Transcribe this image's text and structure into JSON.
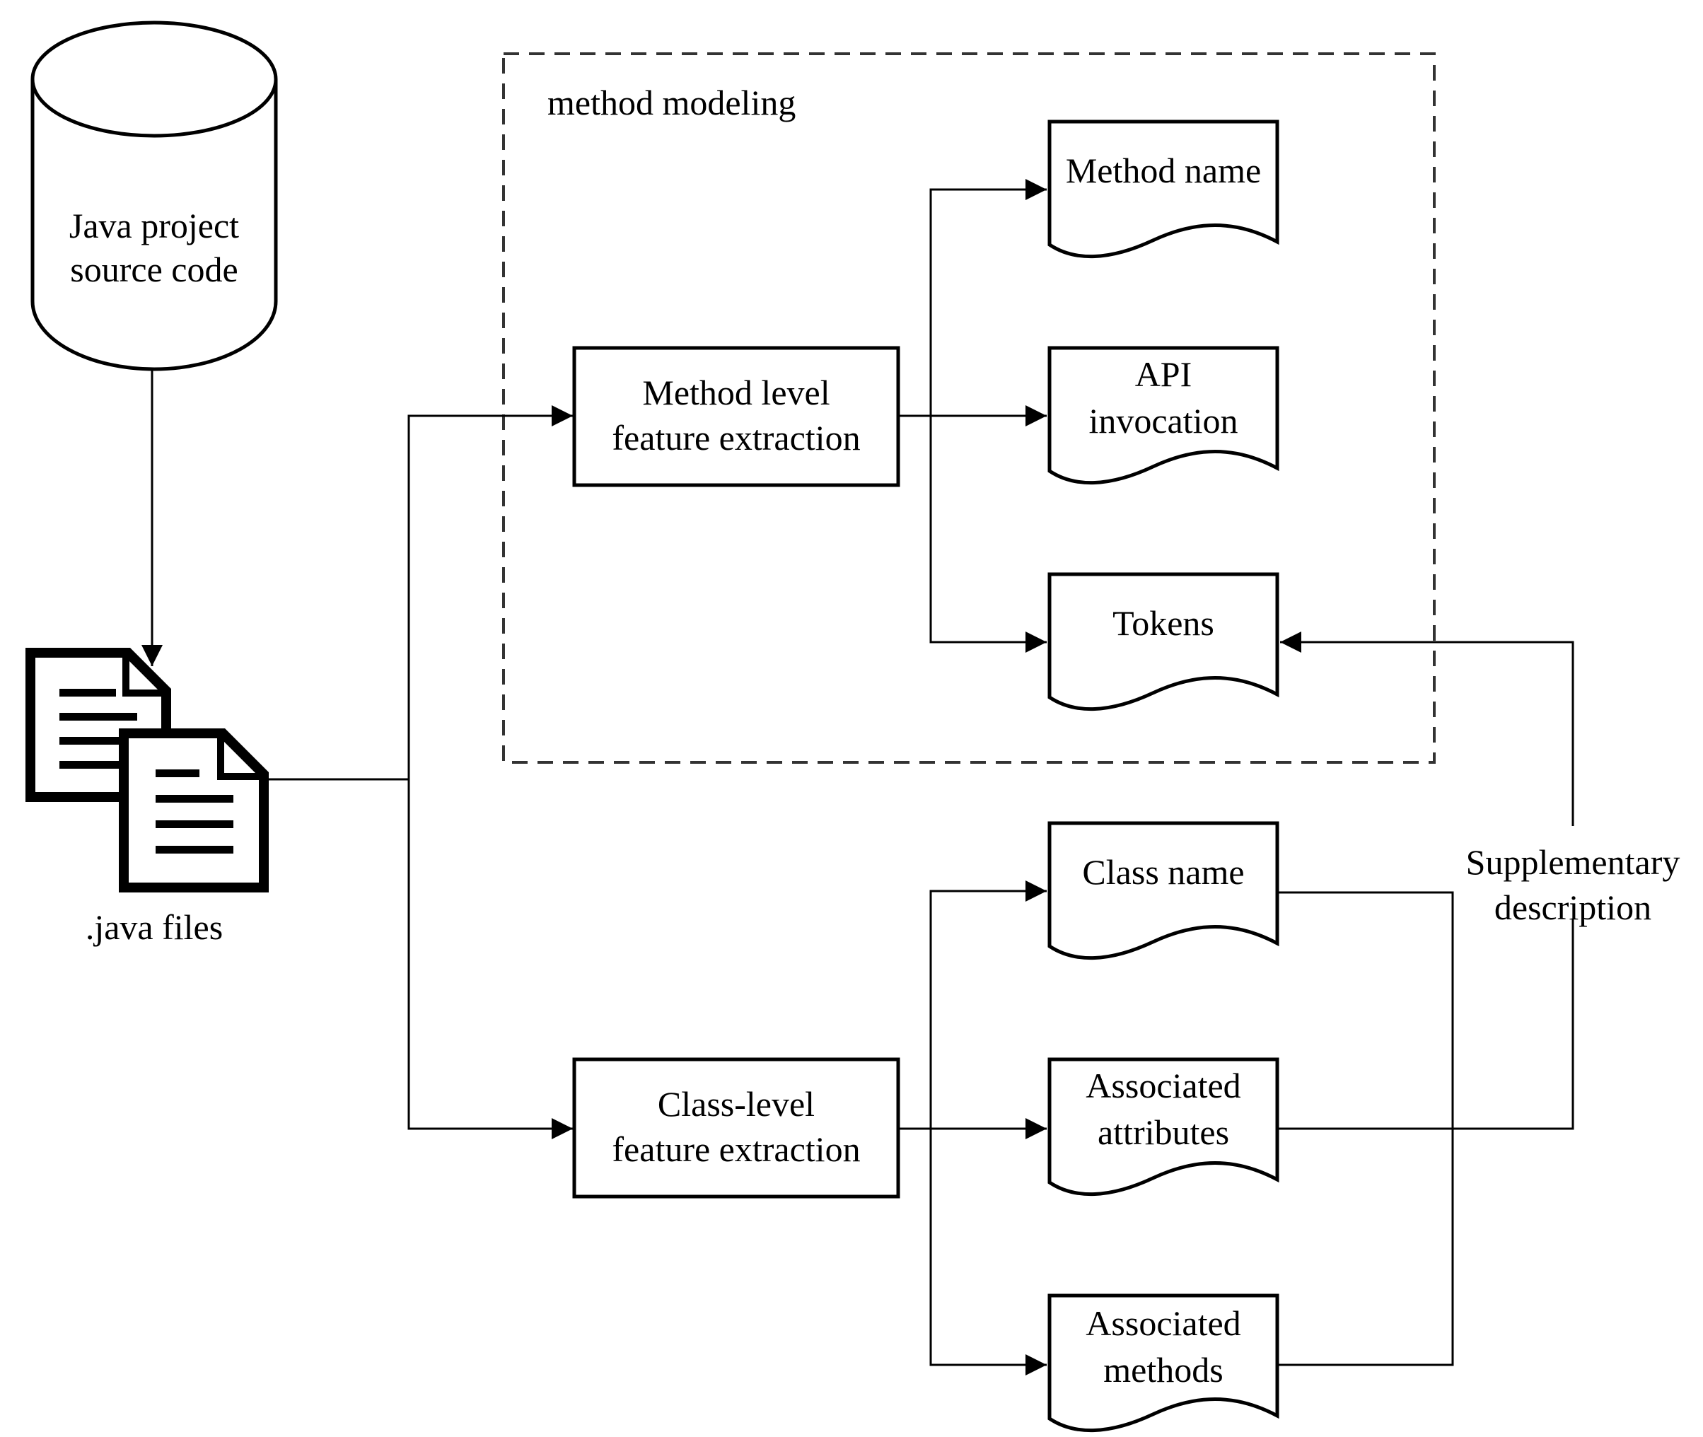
{
  "database": {
    "line1": "Java project",
    "line2": "source code"
  },
  "files": {
    "label": ".java files"
  },
  "group": {
    "label": "method modeling"
  },
  "processes": {
    "method": {
      "line1": "Method level",
      "line2": "feature extraction"
    },
    "class": {
      "line1": "Class-level",
      "line2": "feature extraction"
    }
  },
  "documents": {
    "method_name": {
      "line1": "Method name"
    },
    "api_invocation": {
      "line1": "API",
      "line2": "invocation"
    },
    "tokens": {
      "line1": "Tokens"
    },
    "class_name": {
      "line1": "Class name"
    },
    "associated_attributes": {
      "line1": "Associated",
      "line2": "attributes"
    },
    "associated_methods": {
      "line1": "Associated",
      "line2": "methods"
    }
  },
  "supplementary": {
    "line1": "Supplementary",
    "line2": "description"
  }
}
